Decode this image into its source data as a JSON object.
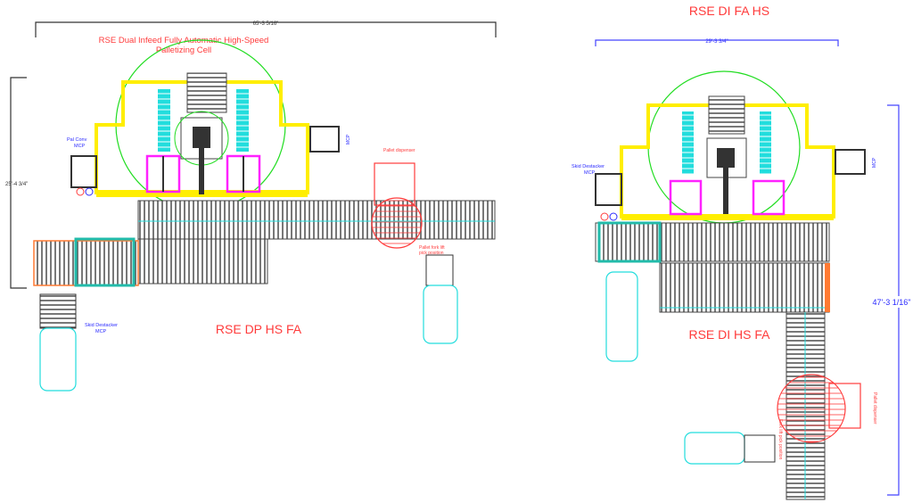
{
  "left_layout": {
    "title_line1": "RSE Dual Infeed Fully Automatic High-Speed",
    "title_line2": "Palletizing Cell",
    "name": "RSE DP HS FA",
    "dim_width": "65'-3 5/16\"",
    "dim_height": "25'-4 3/4\"",
    "label_pal_conv_1": "Pal Conv",
    "label_pal_conv_2": "MCP",
    "label_skid_1": "Skid Destacker",
    "label_skid_2": "MCP",
    "label_right_mcp": "MCP",
    "label_dispenser": "Pallet dispenser",
    "label_pick_1": "Pallet fork lift",
    "label_pick_2": "pick position"
  },
  "right_layout": {
    "title": "RSE DI FA HS",
    "name": "RSE DI HS FA",
    "dim_width": "29'-3 3/4\"",
    "dim_height": "47'-3 1/16\"",
    "label_skid_1": "Skid Destacker",
    "label_skid_2": "MCP",
    "label_right_mcp": "MCP",
    "label_dispenser": "Pallet dispenser",
    "label_pick": "Fork lift pick position"
  },
  "colors": {
    "fence": "#ffee00",
    "robot_reach": "#22dd22",
    "conveyor": "#555555",
    "accent_red": "#ff3b3b",
    "dimension_blue": "#4444ff",
    "cyan": "#22dddd",
    "magenta": "#ff22ff"
  }
}
